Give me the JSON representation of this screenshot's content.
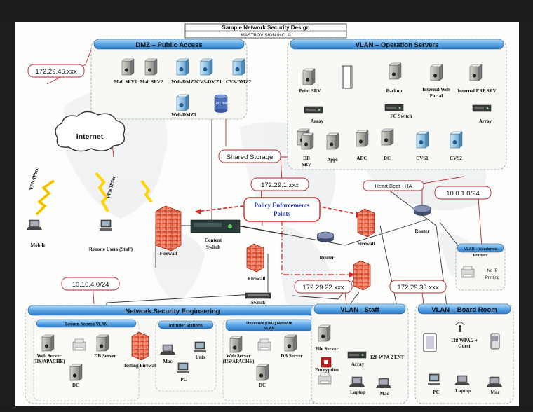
{
  "title": {
    "main": "Sample Network Security Design",
    "sub": "MASTROVISION  INC.          ©"
  },
  "groups": {
    "dmz": {
      "title": "DMZ – Public Access",
      "db_label": "CDC data",
      "nodes": [
        "Mail SRV1",
        "Mail SRV2",
        "Web-DMZ2",
        "CVS-DMZ1",
        "CVS-DMZ2",
        "Web-DMZ1"
      ]
    },
    "vlan_ops": {
      "title": "VLAN – Operation Servers",
      "nodes": [
        "Print SRV",
        "Backup",
        "Internal Web",
        "Portal",
        "Internal ERP SRV",
        "Array",
        "FC Switch",
        "Array",
        "DB",
        "SRV",
        "Apps",
        "ADC",
        "DC",
        "CVS1",
        "CVS2"
      ]
    },
    "academic": {
      "title_1": "VLAN – Academic",
      "title_2": "Printers",
      "no_ip": "No IP",
      "printing": "Printing"
    },
    "nse": {
      "title": "Network Security Engineering",
      "secure_vlan": {
        "title": "Secure Access VLAN",
        "nodes": [
          "Web Server",
          "(IIS/APACHE)",
          "DB Server",
          "DC"
        ]
      },
      "intruder": {
        "title": "Intruder Stations",
        "nodes": [
          "Mac",
          "Unix",
          "PC"
        ]
      },
      "unsecure": {
        "title_1": "Unsecure (DMZ) Network",
        "title_2": "VLAN",
        "nodes": [
          "Web Server",
          "(IIS/APACHE)",
          "DB Server",
          "DC"
        ]
      }
    },
    "staff": {
      "title": "VLAN - Staff",
      "nodes": [
        "File Server",
        "Array",
        "Encryption",
        "128 WPA 2 ENT",
        "Laptop",
        "Mac"
      ]
    },
    "board": {
      "title": "VLAN – Board Room",
      "nodes": [
        "128 WPA 2 +",
        "Guest",
        "PC",
        "Laptop",
        "Mac"
      ]
    }
  },
  "nodes": {
    "internet": "Internet",
    "mobile": "Mobile",
    "remote_users": "Remote Users (Staff)",
    "firewall_main": "Firewall",
    "content_switch_1": "Content",
    "content_switch_2": "Switch",
    "firewall_right": "Firewall",
    "router_center": "Router",
    "router_right": "Router",
    "firewall_lower": "Firewall",
    "switch": "Switch",
    "testing_firewall": "Testing Firewall"
  },
  "links": {
    "vpn_left": "VPN/IPSec",
    "vpn_right": "VPN/IPSec"
  },
  "callouts": {
    "ip_dmz": "172.29.46.xxx",
    "shared_storage": "Shared Storage",
    "ip_ops": "172.29.1.xxx",
    "heartbeat": "Heart Beat - HA",
    "ip_academic": "10.0.1.0/24",
    "policy_1": "Policy Enforcements",
    "policy_2": "Points",
    "ip_engineering": "10.10.4.0/24",
    "ip_staff": "172.29.22.xxx",
    "ip_board": "172.29.33.xxx"
  }
}
